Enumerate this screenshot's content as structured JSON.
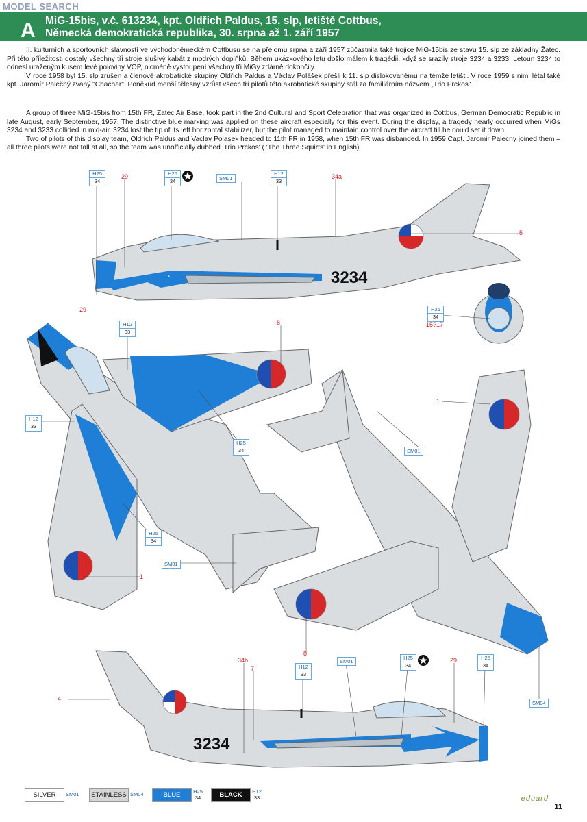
{
  "watermark": {
    "text": "MODEL SEARCH"
  },
  "header": {
    "badge": "A",
    "title_line1": "MiG-15bis, v.č. 613234, kpt. Oldřich Paldus, 15. slp, letiště Cottbus,",
    "title_line2": "Německá demokratická republika, 30. srpna až 1. září 1957"
  },
  "text_cz": [
    "II. kulturních a sportovních slavností ve východoněmeckém Cottbusu se na přelomu srpna a září 1957 zúčastnila také trojice MiG-15bis ze stavu 15. slp ze základny Žatec. Při této příležitosti dostaly všechny tři stroje slušivý kabát z modrých doplňků. Během ukázkového letu došlo málem k tragédii, když se srazily stroje 3234 a 3233. Letoun 3234 to odnesl uraženým kusem levé poloviny VOP, nicméně vystoupení všechny tři MiGy zdárně dokončily.",
    "V roce 1958 byl 15. slp zrušen a členové akrobatické skupiny Oldřich Paldus a Václav Polášek přešli k 11. slp dislokovanému na témže letišti. V roce 1959 s nimi létal také kpt. Jaromír Palečný zvaný \"Chachar\". Poněkud menší tělesný vzrůst všech tří pilotů této akrobatické skupiny stál za familiárním názvem „Trio Prckos\"."
  ],
  "text_en": [
    "A group of three MiG-15bis from 15th FR, Zatec Air Base, took part in the 2nd Cultural and Sport Celebration that was organized in Cottbus, German Democratic Republic in late August, early September, 1957. The distinctive blue marking was applied on these aircraft especially for this event. During the display, a tragedy nearly occurred when MiGs 3234 and 3233 collided in mid-air. 3234 lost the tip of its left horizontal stabilizer, but the pilot managed to maintain control over the aircraft till he could set it down.",
    "Two of pilots of this display team, Oldrich Paldus and Vaclav Polasek headed to 11th FR in 1958, when 15th FR was disbanded. In 1959 Capt. Jaromir Palecny joined them – all three pilots were not tall at all, so the team was unofficially dubbed 'Trio Prckos' ( 'The Three Squirts' in English)."
  ],
  "aircraft_number": "3234",
  "callouts": {
    "h25_top": "H25",
    "n34": "34",
    "h12_top": "H12",
    "n33": "33",
    "sm01": "SM01",
    "sm04": "SM04"
  },
  "refs": {
    "r29": "29",
    "r34a": "34a",
    "r34b": "34b",
    "r5": "5",
    "r1": "1",
    "r8": "8",
    "r4": "4",
    "r7": "7",
    "r1517": "15?17"
  },
  "legend": {
    "silver": "SILVER",
    "silver_code": "SM01",
    "stainless": "STAINLESS",
    "stainless_code": "SM04",
    "blue": "BLUE",
    "blue_code_top": "H25",
    "blue_code_bot": "34",
    "black": "BLACK",
    "black_code_top": "H12",
    "black_code_bot": "33"
  },
  "brand": "eduard",
  "page_number": "11",
  "colors": {
    "header_green": "#2e8c55",
    "blue": "#1f7fd6",
    "silver": "#d9dde0",
    "red": "#d62828",
    "black": "#111111"
  }
}
